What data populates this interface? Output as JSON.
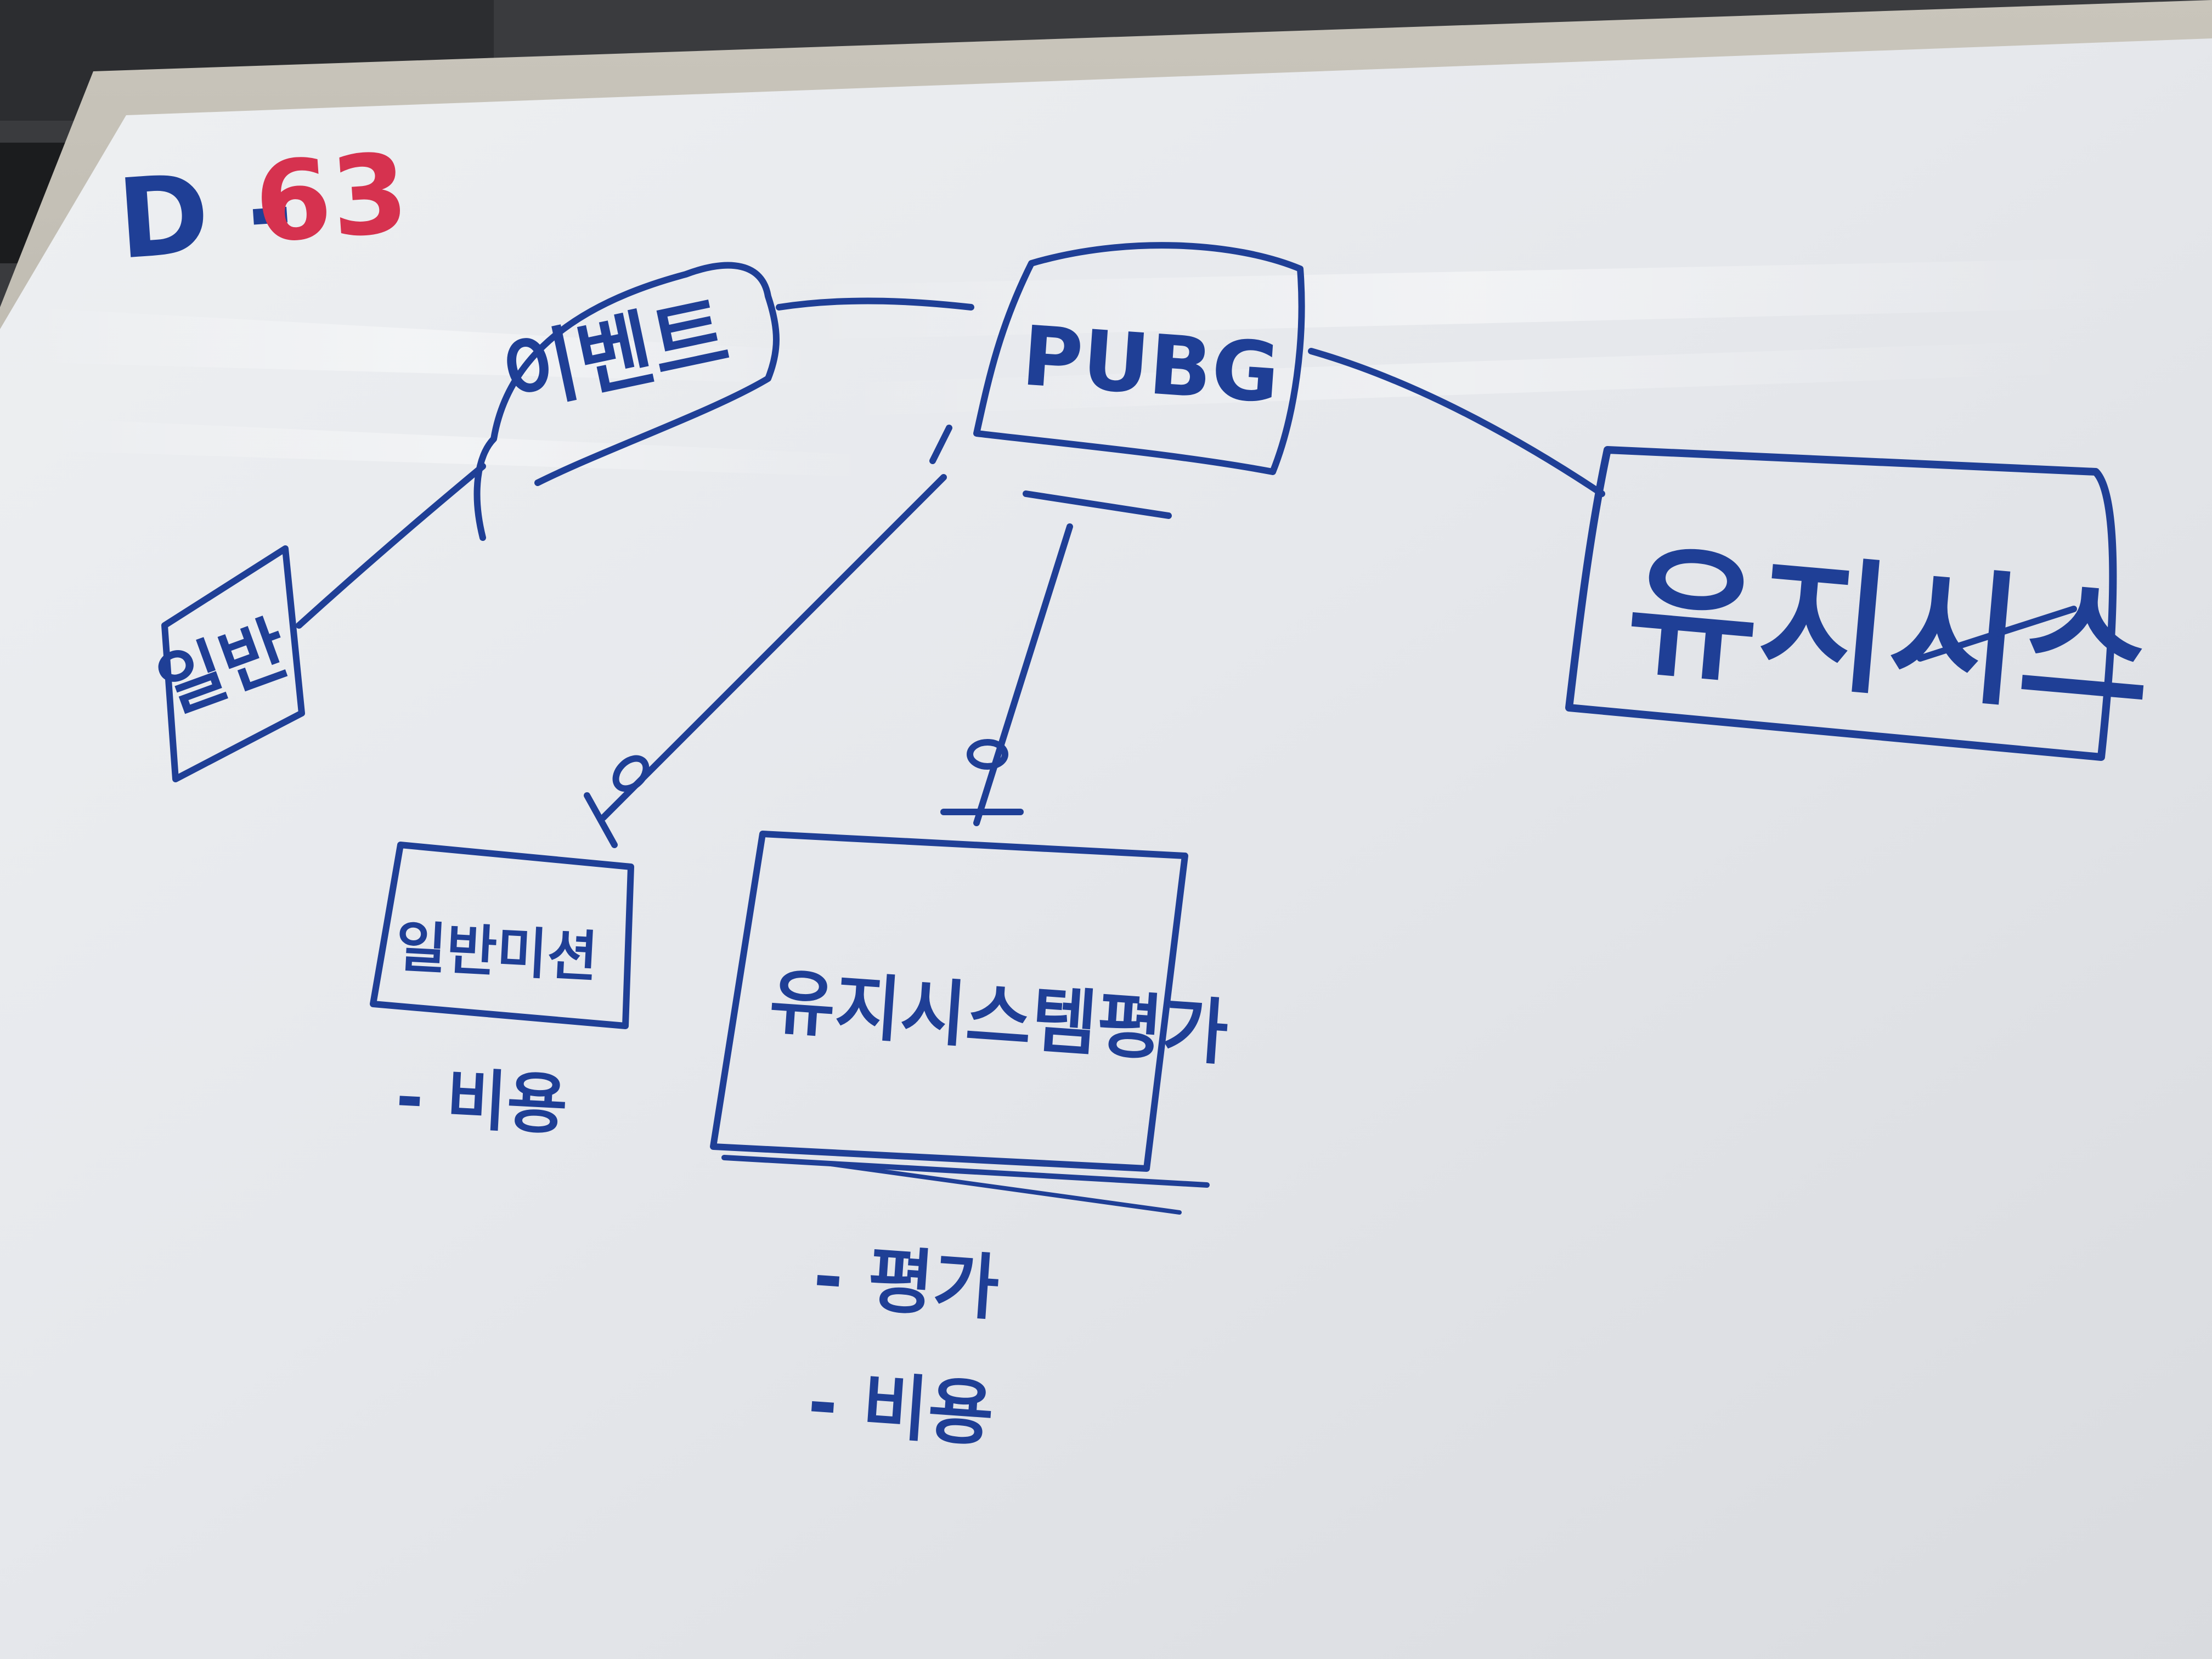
{
  "board": {
    "countdown_prefix": "D -",
    "countdown_number": "63",
    "nodes": {
      "event": "이벤트",
      "general": "일반",
      "product": "PUBG",
      "paid_user": "유지시스",
      "general_mission": "일반미션",
      "paid_event": "유지시스템평가"
    },
    "notes": {
      "general_mission_1": "- 비용",
      "paid_event_1": "- 평가",
      "paid_event_2": "- 비용"
    }
  },
  "colors": {
    "marker_blue": "#1f3f96",
    "marker_red": "#d6324f",
    "board_white": "#e9ebee",
    "frame": "#b7b3a9"
  }
}
